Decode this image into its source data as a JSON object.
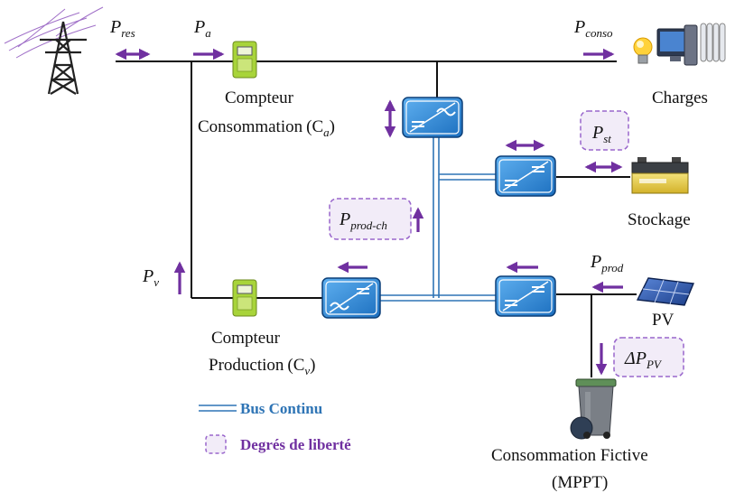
{
  "symbols": {
    "p_res": {
      "base": "P",
      "sub": "res"
    },
    "p_a": {
      "base": "P",
      "sub": "a"
    },
    "p_conso": {
      "base": "P",
      "sub": "conso"
    },
    "p_st": {
      "base": "P",
      "sub": "st"
    },
    "p_prod_ch": {
      "base": "P",
      "sub": "prod-ch"
    },
    "p_v": {
      "base": "P",
      "sub": "v"
    },
    "p_prod": {
      "base": "P",
      "sub": "prod"
    },
    "delta_p_pv": {
      "base": "ΔP",
      "sub": "PV"
    }
  },
  "labels": {
    "charges": "Charges",
    "stockage": "Stockage",
    "pv": "PV",
    "meter_conso_line1": "Compteur",
    "meter_conso_line2": "Consommation",
    "meter_conso_symbol": "(C",
    "meter_conso_sub": "a",
    "meter_conso_close": ")",
    "meter_prod_line1": "Compteur",
    "meter_prod_line2": "Production",
    "meter_prod_symbol": "(C",
    "meter_prod_sub": "v",
    "meter_prod_close": ")",
    "fictive_line1": "Consommation Fictive",
    "fictive_line2": "(MPPT)"
  },
  "legend": {
    "bus": "Bus Continu",
    "freedom": "Degrés de liberté"
  },
  "colors": {
    "arrow": "#7030a0",
    "bus": "#2e74b5",
    "converter_fill": "#2e86d6",
    "freedom_border": "#9966cc",
    "freedom_fill": "#f2ecf8",
    "legend_bus_text": "#2e74b5",
    "legend_freedom_text": "#7030a0",
    "meter_green": "#a8d43a"
  },
  "icons": [
    "pylon-icon",
    "bulb-icon",
    "computer-icon",
    "radiator-icon",
    "battery-icon",
    "solar-panel-icon",
    "trash-bin-icon",
    "meter-icon",
    "dc-ac-converter-icon",
    "dc-dc-converter-icon"
  ]
}
